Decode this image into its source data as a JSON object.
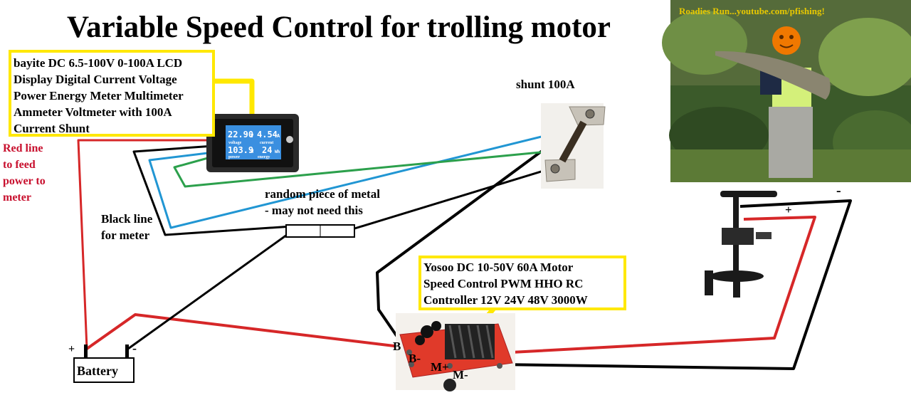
{
  "title": "Variable Speed Control for trolling motor",
  "meter_label": {
    "lines": [
      "bayite DC 6.5-100V 0-100A LCD",
      "Display Digital Current Voltage",
      "Power Energy Meter Multimeter",
      "Ammeter Voltmeter with 100A",
      "Current Shunt"
    ]
  },
  "meter_display": {
    "voltage_value": "22.90",
    "voltage_unit": "V",
    "current_value": "4.54",
    "current_unit": "A",
    "power_value": "103.9",
    "power_unit": "W",
    "energy_value": "24",
    "energy_unit": "Wh",
    "voltage_label": "voltage",
    "current_label": "current",
    "power_label": "power",
    "energy_label": "energy"
  },
  "red_line_label": {
    "lines": [
      "Red line",
      "to feed",
      "power to",
      "meter"
    ]
  },
  "black_line_label": {
    "lines": [
      "Black line",
      "for meter"
    ]
  },
  "shunt_label": "shunt 100A",
  "metal_label": {
    "lines": [
      "random piece of metal",
      "- may not need this"
    ]
  },
  "controller_label": {
    "lines": [
      "Yosoo DC 10-50V 60A Motor",
      "Speed Control PWM HHO RC",
      "Controller 12V 24V 48V 3000W"
    ]
  },
  "photo_caption": "Roadies Run...youtube.com/pfishing!",
  "battery": {
    "label": "Battery",
    "plus": "+",
    "minus": "-"
  },
  "controller_terminals": {
    "b_plus": "B",
    "b_minus": "B-",
    "m_plus": "M+",
    "m_minus": "M-"
  },
  "motor_terminals": {
    "plus": "+",
    "minus": "-"
  },
  "colors": {
    "red_wire": "#d62728",
    "black_wire": "#000000",
    "blue_wire": "#2196d3",
    "green_wire": "#2ca04c",
    "label_border": "#ffe800",
    "red_text": "#c8102e"
  }
}
